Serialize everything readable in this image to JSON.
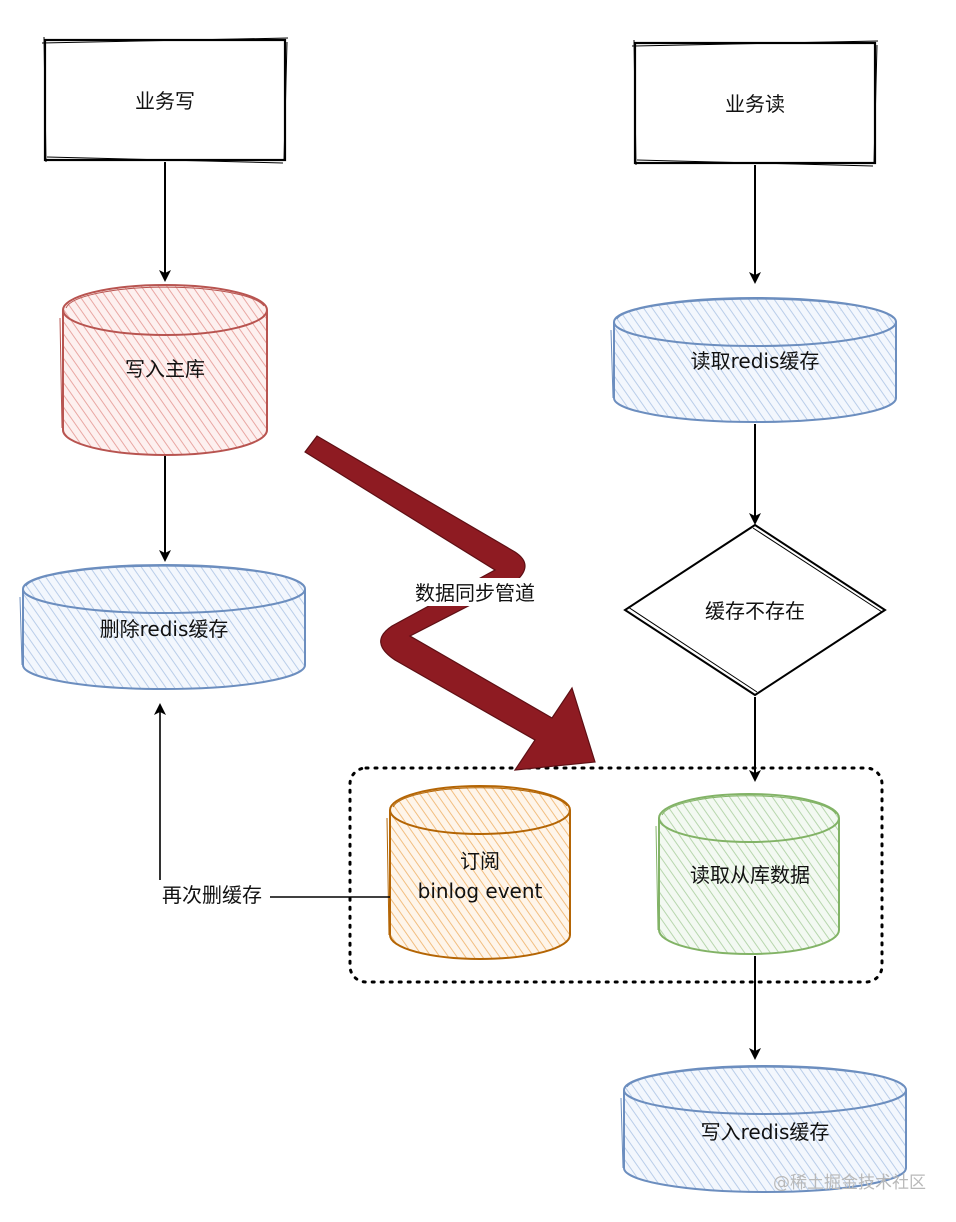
{
  "nodes": {
    "biz_write": "业务写",
    "biz_read": "业务读",
    "write_master": "写入主库",
    "read_redis": "读取redis缓存",
    "delete_redis": "删除redis缓存",
    "cache_missing": "缓存不存在",
    "subscribe_line1": "订阅",
    "subscribe_line2": "binlog event",
    "read_slave": "读取从库数据",
    "write_redis": "写入redis缓存"
  },
  "edges": {
    "sync_pipe": "数据同步管道",
    "delete_again": "再次删缓存"
  },
  "watermark": "@稀土掘金技术社区",
  "colors": {
    "red_stroke": "#b85450",
    "red_fill": "#f8cecc",
    "blue_stroke": "#6c8ebf",
    "blue_fill": "#dae8fc",
    "orange_stroke": "#b46504",
    "orange_fill": "#fad7ac",
    "green_stroke": "#82b366",
    "green_fill": "#d5e8d4",
    "pipe": "#8e1b22"
  }
}
